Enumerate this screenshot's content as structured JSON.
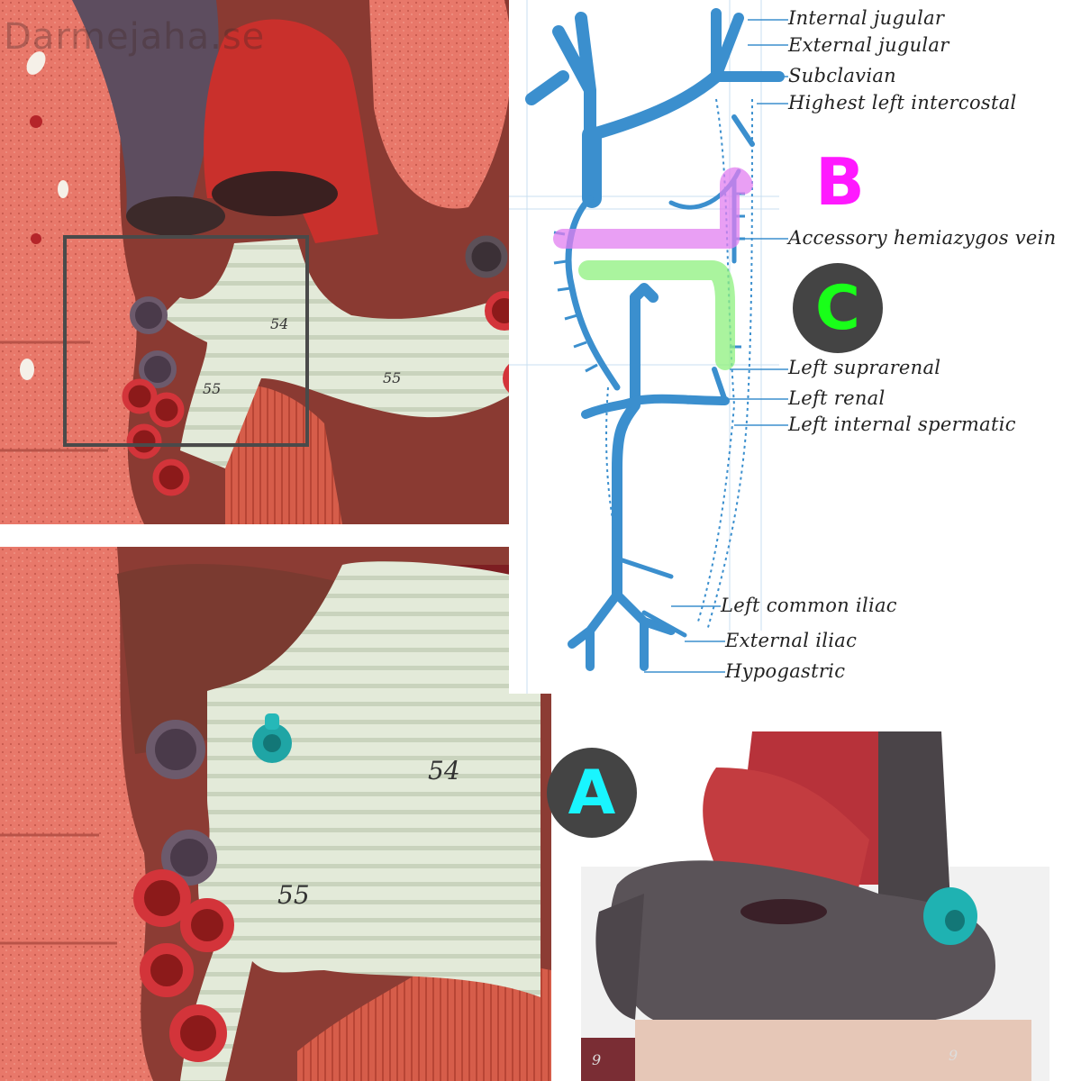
{
  "watermark": "Darmejaha.se",
  "diagram": {
    "labels": [
      "Internal jugular",
      "External jugular",
      "Subclavian",
      "Highest left intercostal",
      "Accessory hemiazygos vein",
      "Left suprarenal",
      "Left renal",
      "Left internal spermatic",
      "Left common iliac",
      "External iliac",
      "Hypogastric"
    ],
    "vein_color": "#3b8fce",
    "highlight_b_color": "#e27ff0",
    "highlight_c_color": "#8ef07e"
  },
  "badges": {
    "a": {
      "letter": "A",
      "color": "#19f5ff"
    },
    "b": {
      "letter": "B",
      "color": "#ff19ff"
    },
    "c": {
      "letter": "C",
      "color": "#19ff19"
    }
  },
  "model_numbers": {
    "top_a": "54",
    "top_b": "55",
    "top_c": "55",
    "zoom_a": "54",
    "zoom_b": "55",
    "right_a": "9",
    "right_b": "9"
  },
  "icons": [
    "photo-top-model",
    "photo-zoom-model",
    "photo-right-model",
    "venous-diagram"
  ]
}
